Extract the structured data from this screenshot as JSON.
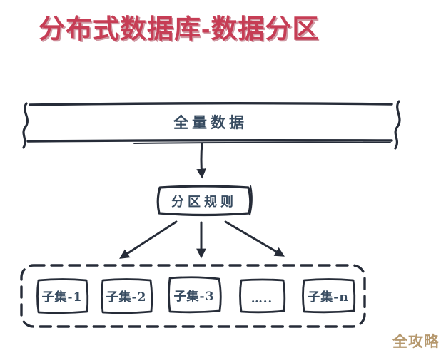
{
  "title": {
    "text": "分布式数据库-数据分区",
    "color": "#c63d55"
  },
  "diagram": {
    "source_box": {
      "label": "全量数据"
    },
    "rule_box": {
      "label": "分区规则"
    },
    "partitions": [
      {
        "label": "子集-1"
      },
      {
        "label": "子集-2"
      },
      {
        "label": "子集-3"
      },
      {
        "label": "….."
      },
      {
        "label": "子集-n"
      }
    ],
    "ink_color": "#262c38",
    "label_color": "#374b60"
  },
  "watermark": {
    "text": "全攻略",
    "color": "#b6996f"
  }
}
